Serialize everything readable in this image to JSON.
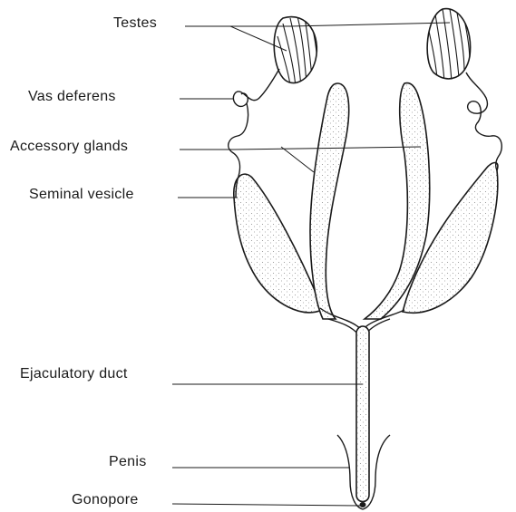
{
  "labels": {
    "testes": "Testes",
    "vas_deferens": "Vas deferens",
    "accessory_glands": "Accessory glands",
    "seminal_vesicle": "Seminal vesicle",
    "ejaculatory_duct": "Ejaculatory duct",
    "penis": "Penis",
    "gonopore": "Gonopore"
  },
  "colors": {
    "line": "#1a1a1a",
    "stipple": "#8a8a8a",
    "background": "#ffffff"
  }
}
